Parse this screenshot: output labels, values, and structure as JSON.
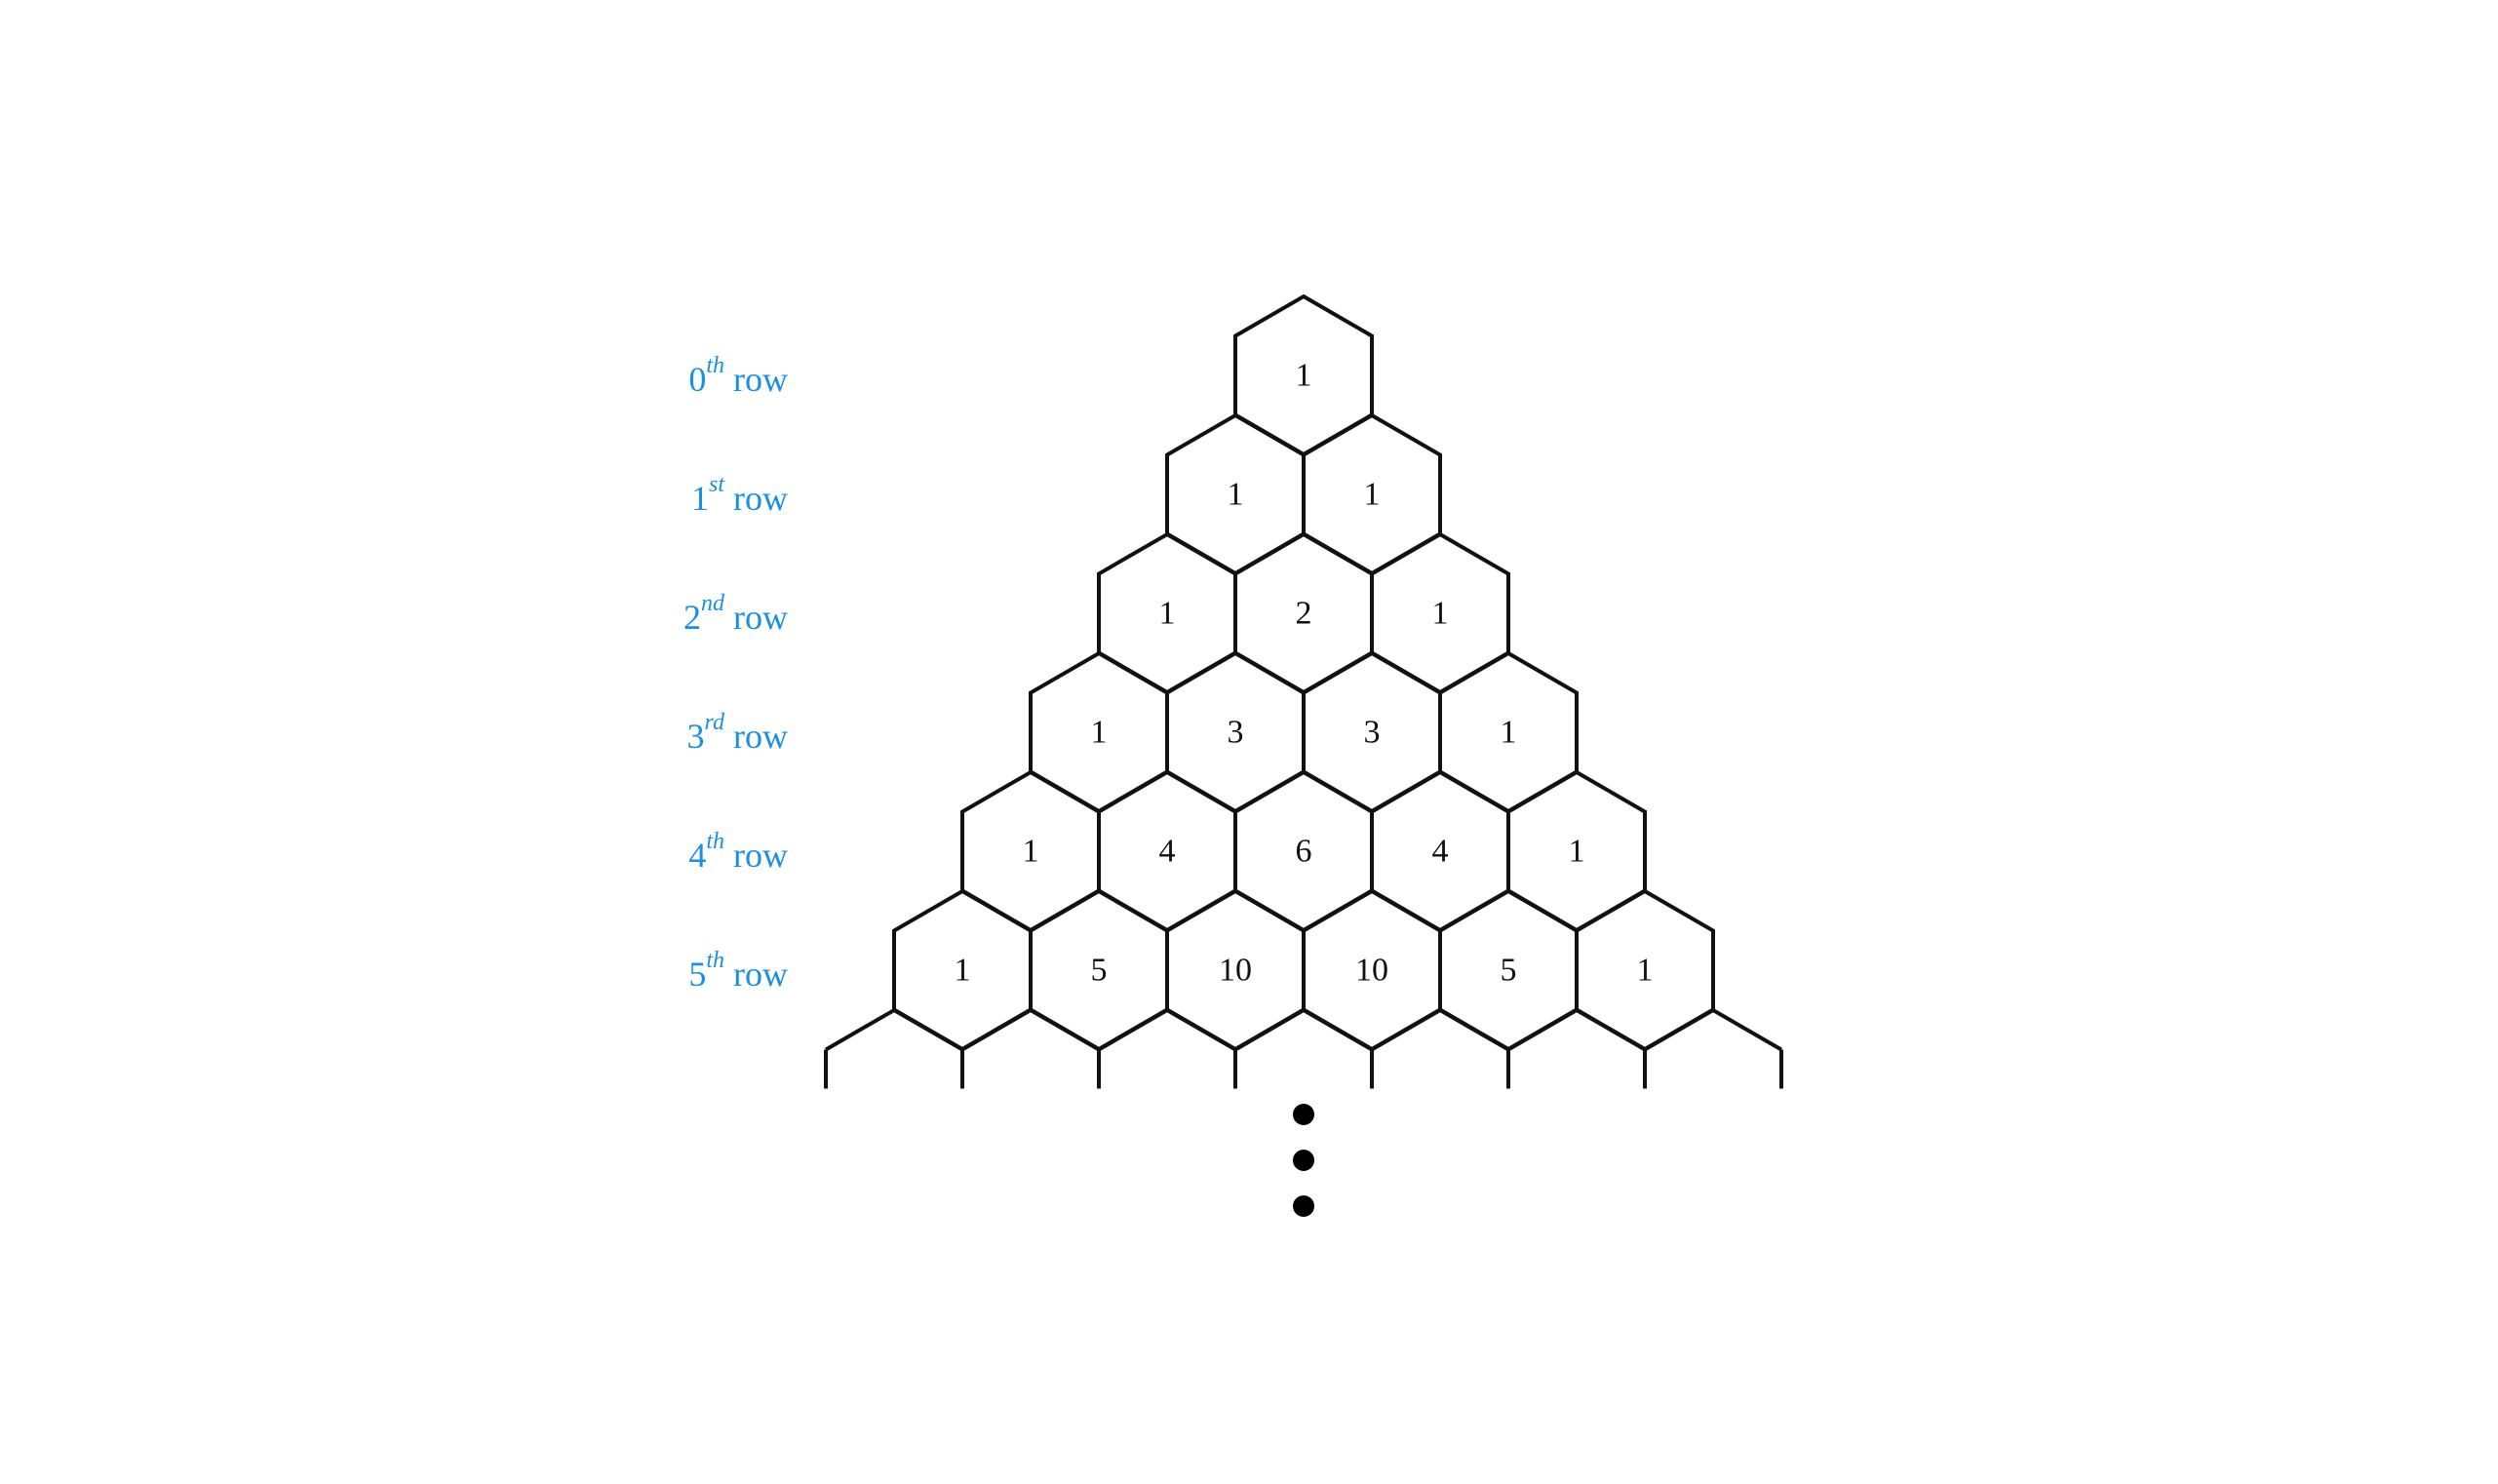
{
  "label_color": "#1a8fe3",
  "row_labels": [
    {
      "num": "0",
      "sup": "th",
      "word": " row"
    },
    {
      "num": "1",
      "sup": "st",
      "word": " row"
    },
    {
      "num": "2",
      "sup": "nd",
      "word": " row"
    },
    {
      "num": "3",
      "sup": "rd",
      "word": " row"
    },
    {
      "num": "4",
      "sup": "th",
      "word": " row"
    },
    {
      "num": "5",
      "sup": "th",
      "word": " row"
    }
  ],
  "rows": [
    [
      "1"
    ],
    [
      "1",
      "1"
    ],
    [
      "1",
      "2",
      "1"
    ],
    [
      "1",
      "3",
      "3",
      "1"
    ],
    [
      "1",
      "4",
      "6",
      "4",
      "1"
    ],
    [
      "1",
      "5",
      "10",
      "10",
      "5",
      "1"
    ]
  ],
  "continuation": "vertical-ellipsis"
}
